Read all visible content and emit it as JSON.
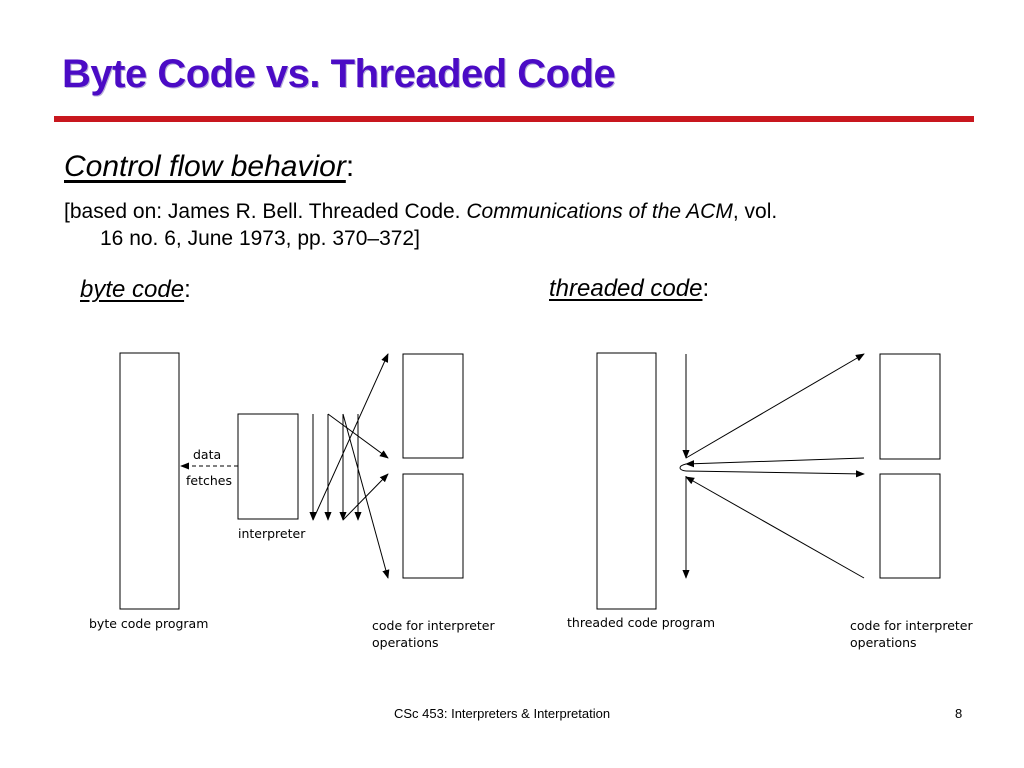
{
  "slide": {
    "title": "Byte Code vs. Threaded Code",
    "heading": "Control flow behavior",
    "heading_suffix": ":",
    "reference": {
      "prefix": "[based on: James R. Bell. Threaded Code. ",
      "journal": "Communications of the ACM",
      "suffix_line1": ", vol.",
      "line2": "16 no. 6, June 1973, pp. 370–372]"
    }
  },
  "diagrams": {
    "byte_code": {
      "caption": "byte code",
      "caption_suffix": ":",
      "program_label": "byte code program",
      "interpreter_label": "interpreter",
      "fetch_label_1": "data",
      "fetch_label_2": "fetches",
      "ops_label_1": "code for interpreter",
      "ops_label_2": "operations"
    },
    "threaded_code": {
      "caption": "threaded code",
      "caption_suffix": ":",
      "program_label": "threaded code program",
      "ops_label_1": "code for interpreter",
      "ops_label_2": "operations"
    }
  },
  "footer": {
    "course": "CSc 453: Interpreters & Interpretation",
    "page": "8"
  },
  "colors": {
    "title": "#4b0bc5",
    "rule": "#c8171e"
  }
}
